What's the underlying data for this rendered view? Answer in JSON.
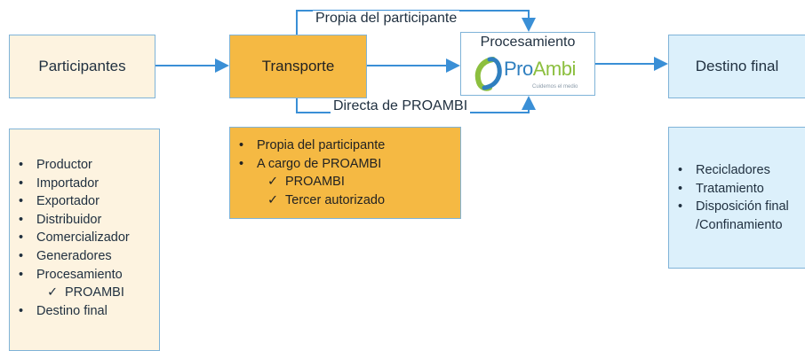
{
  "boxes": {
    "participantes": "Participantes",
    "transporte": "Transporte",
    "procesamiento": "Procesamiento",
    "destino": "Destino final"
  },
  "logo": {
    "word_a": "Pro",
    "word_b": "Ambi",
    "tagline": "Cuidemos el medio"
  },
  "arrows": {
    "top_label": "Propia del participante",
    "bottom_label": "Directa de PROAMBI"
  },
  "lists": {
    "participantes": [
      "Productor",
      "Importador",
      "Exportador",
      "Distribuidor",
      "Comercializador",
      "Generadores",
      "Procesamiento",
      "PROAMBI",
      "Destino final"
    ],
    "transporte": [
      "Propia del participante",
      "A cargo de PROAMBI",
      "PROAMBI",
      "Tercer autorizado"
    ],
    "destino": [
      "Recicladores",
      "Tratamiento",
      "Disposición final",
      "/Confinamiento"
    ]
  },
  "colors": {
    "border": "#7fb3d8",
    "arrow": "#3a8fd6",
    "participantes_fill": "#fdf3e0",
    "transporte_fill": "#f5b943",
    "destino_fill": "#dcf0fb",
    "logo_blue": "#2f7fbf",
    "logo_green": "#8cbf3f"
  }
}
